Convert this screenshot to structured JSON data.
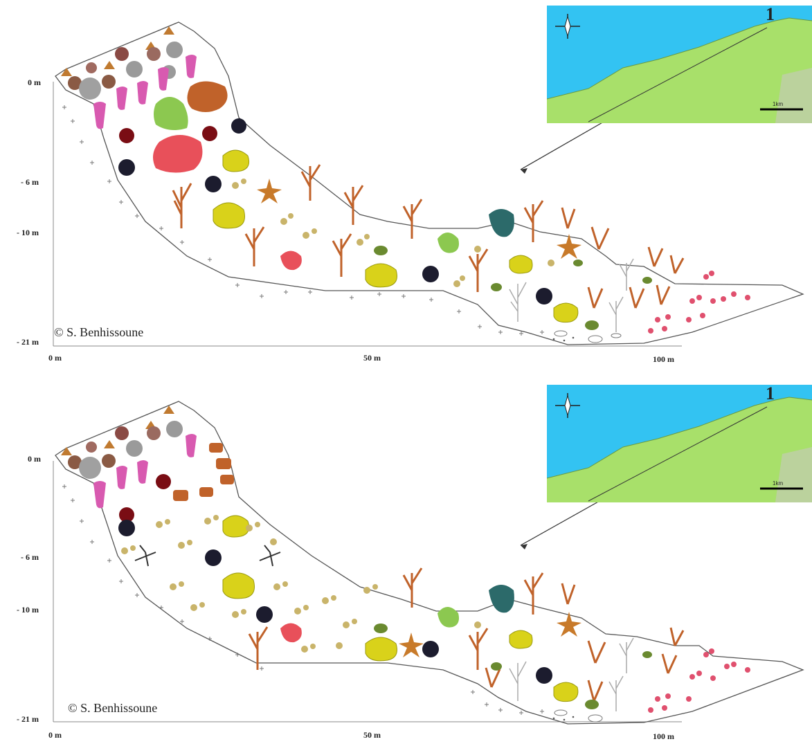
{
  "panels": [
    {
      "id": "top",
      "depth_labels": [
        "0 m",
        "- 6 m",
        "- 10 m",
        "- 21 m"
      ],
      "distance_labels": [
        "0 m",
        "50 m",
        "100 m"
      ],
      "credit": "© S. Benhissoune",
      "map_inset": {
        "site_label": "1",
        "scale_label": "1km",
        "compass": "compass-icon"
      }
    },
    {
      "id": "bottom",
      "depth_labels": [
        "0 m",
        "- 6 m",
        "- 10 m",
        "- 21 m"
      ],
      "distance_labels": [
        "0 m",
        "50 m",
        "100 m"
      ],
      "credit": "© S. Benhissoune",
      "map_inset": {
        "site_label": "1",
        "scale_label": "1km",
        "compass": "compass-icon"
      }
    }
  ],
  "colors": {
    "sea": "#33c3f2",
    "land": "#a8e06a",
    "outline": "#555555",
    "pink_alga": "#d85ab0",
    "brown_gorgonian": "#c0622a",
    "yellow_sponge": "#d9d21a",
    "dark_urchin": "#1c1c2e",
    "red_sponge": "#7a0d14",
    "green_alga": "#8cc850",
    "orange_coral": "#e06a3c",
    "red_coral": "#e8505a",
    "teal_alga": "#2c6a6a",
    "tan_coral": "#c9b46a",
    "starfish": "#c87a2a"
  },
  "icons": [
    "pink-alga-icon",
    "sea-urchin-icon",
    "sponge-icon",
    "starfish-icon",
    "gorgonian-icon",
    "bryozoan-icon",
    "mollusc-icon"
  ]
}
